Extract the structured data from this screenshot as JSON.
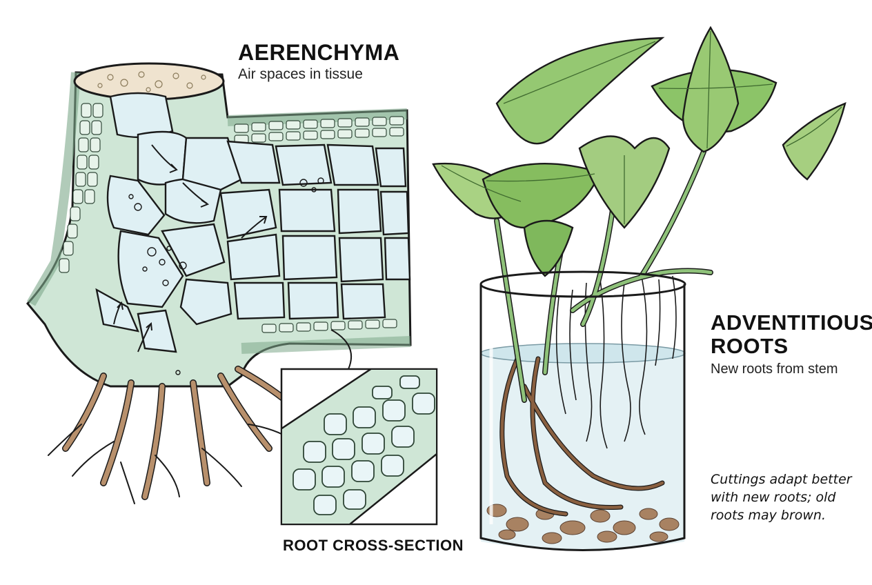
{
  "aerenchyma": {
    "title": "AERENCHYMA",
    "subtitle": "Air spaces in tissue"
  },
  "inset": {
    "caption": "ROOT CROSS-SECTION"
  },
  "adventitious": {
    "title_line1": "ADVENTITIOUS",
    "title_line2": "ROOTS",
    "subtitle": "New roots from stem"
  },
  "note": {
    "line1": "Cuttings adapt better",
    "line2": "with new roots; old",
    "line3": "roots may brown."
  },
  "colors": {
    "ink": "#1a1a1a",
    "tissue_green": "#9ccaa6",
    "cell_blue": "#d6ecf0",
    "leaf_green": "#7fb55a",
    "root_brown": "#8a6a4a",
    "water_blue": "#e4f1f4"
  }
}
